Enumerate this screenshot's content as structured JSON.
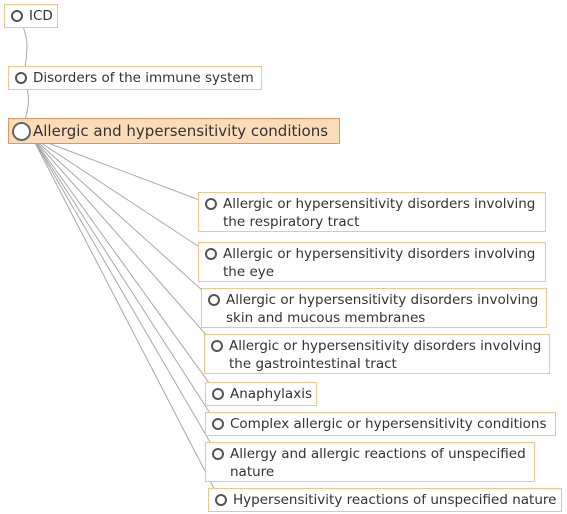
{
  "tree": {
    "ancestors": [
      {
        "id": "icd",
        "label": "ICD"
      },
      {
        "id": "immune",
        "label": "Disorders of the immune system"
      }
    ],
    "focus": {
      "id": "allergic",
      "label": "Allergic and hypersensitivity conditions"
    },
    "children": [
      {
        "id": "respiratory",
        "label": "Allergic or hypersensitivity disorders involving the respiratory tract"
      },
      {
        "id": "eye",
        "label": "Allergic or hypersensitivity disorders involving the eye"
      },
      {
        "id": "skin",
        "label": "Allergic or hypersensitivity disorders involving skin and mucous membranes"
      },
      {
        "id": "gi",
        "label": "Allergic or hypersensitivity disorders involving the gastrointestinal tract"
      },
      {
        "id": "anaphylaxis",
        "label": "Anaphylaxis"
      },
      {
        "id": "complex",
        "label": "Complex allergic or hypersensitivity conditions"
      },
      {
        "id": "unspecified-allergy",
        "label": "Allergy and allergic reactions of unspecified nature"
      },
      {
        "id": "unspecified-hypersensitivity",
        "label": "Hypersensitivity reactions of unspecified nature"
      }
    ]
  },
  "colors": {
    "node_border": "#f5c48d",
    "focus_fill": "#fbdcb8",
    "focus_border": "#e0955a",
    "connector": "#a8a8a8",
    "text": "#333333"
  },
  "icons": {
    "node_marker": "circle-icon"
  }
}
